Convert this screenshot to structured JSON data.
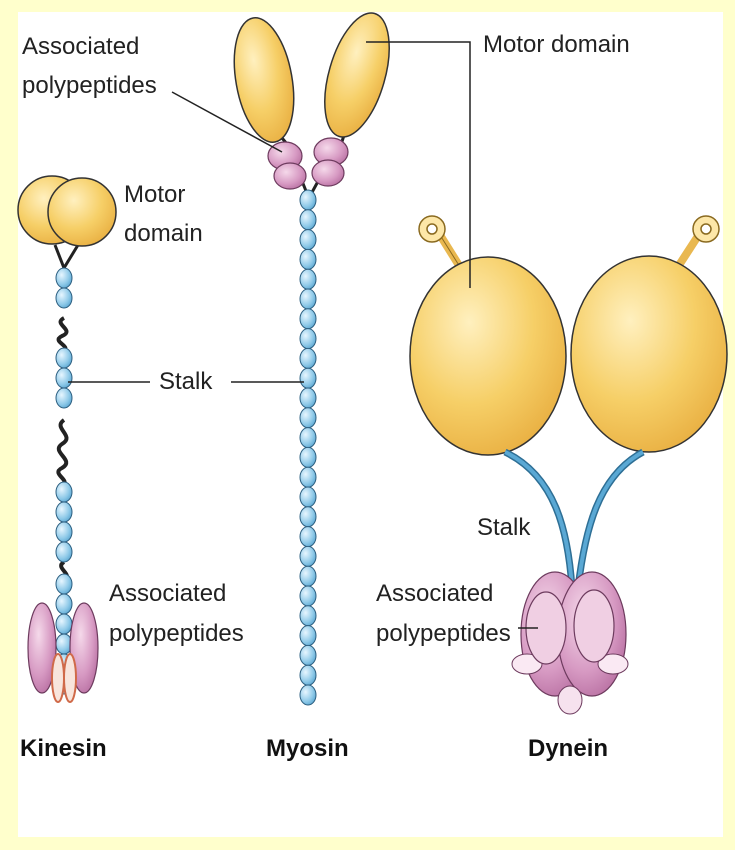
{
  "proteins": {
    "kinesin": {
      "title": "Kinesin",
      "motor_domain": [
        "Motor",
        "domain"
      ],
      "stalk": "Stalk",
      "associated": [
        "Associated",
        "polypeptides"
      ]
    },
    "myosin": {
      "title": "Myosin",
      "associated": [
        "Associated",
        "polypeptides"
      ],
      "motor_domain": "Motor domain"
    },
    "dynein": {
      "title": "Dynein",
      "stalk": "Stalk",
      "associated": [
        "Associated",
        "polypeptides"
      ]
    }
  },
  "colors": {
    "page_border": "#ffffcc",
    "panel": "#ffffff",
    "motor": "#f5c85a",
    "motor_light": "#fde7a8",
    "bead": "#8ec9e8",
    "stalk": "#3c8dbf",
    "polypeptide": "#d59ac1",
    "polypeptide_light": "#f3d7e8",
    "kinesin_tail": "#e38b6e"
  }
}
